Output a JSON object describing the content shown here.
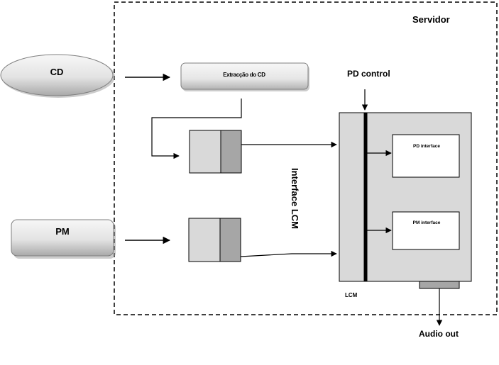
{
  "server": {
    "label": "Servidor"
  },
  "sources": {
    "cd": {
      "label": "CD"
    },
    "pm": {
      "label": "PM"
    }
  },
  "extraction": {
    "label": "Extracção do CD"
  },
  "pd_control": {
    "label": "PD control"
  },
  "interface_lcm": {
    "label": "Interface LCM"
  },
  "lcm": {
    "label": "LCM",
    "pd_interface": "PD interface",
    "pm_interface": "PM interface"
  },
  "audio_out": {
    "label": "Audio out"
  },
  "colors": {
    "node_light": "#f2f2f2",
    "node_dark": "#a6a6a6",
    "buffer_light": "#d9d9d9",
    "buffer_dark": "#a6a6a6",
    "lcm_fill": "#d9d9d9",
    "line": "#000000"
  }
}
